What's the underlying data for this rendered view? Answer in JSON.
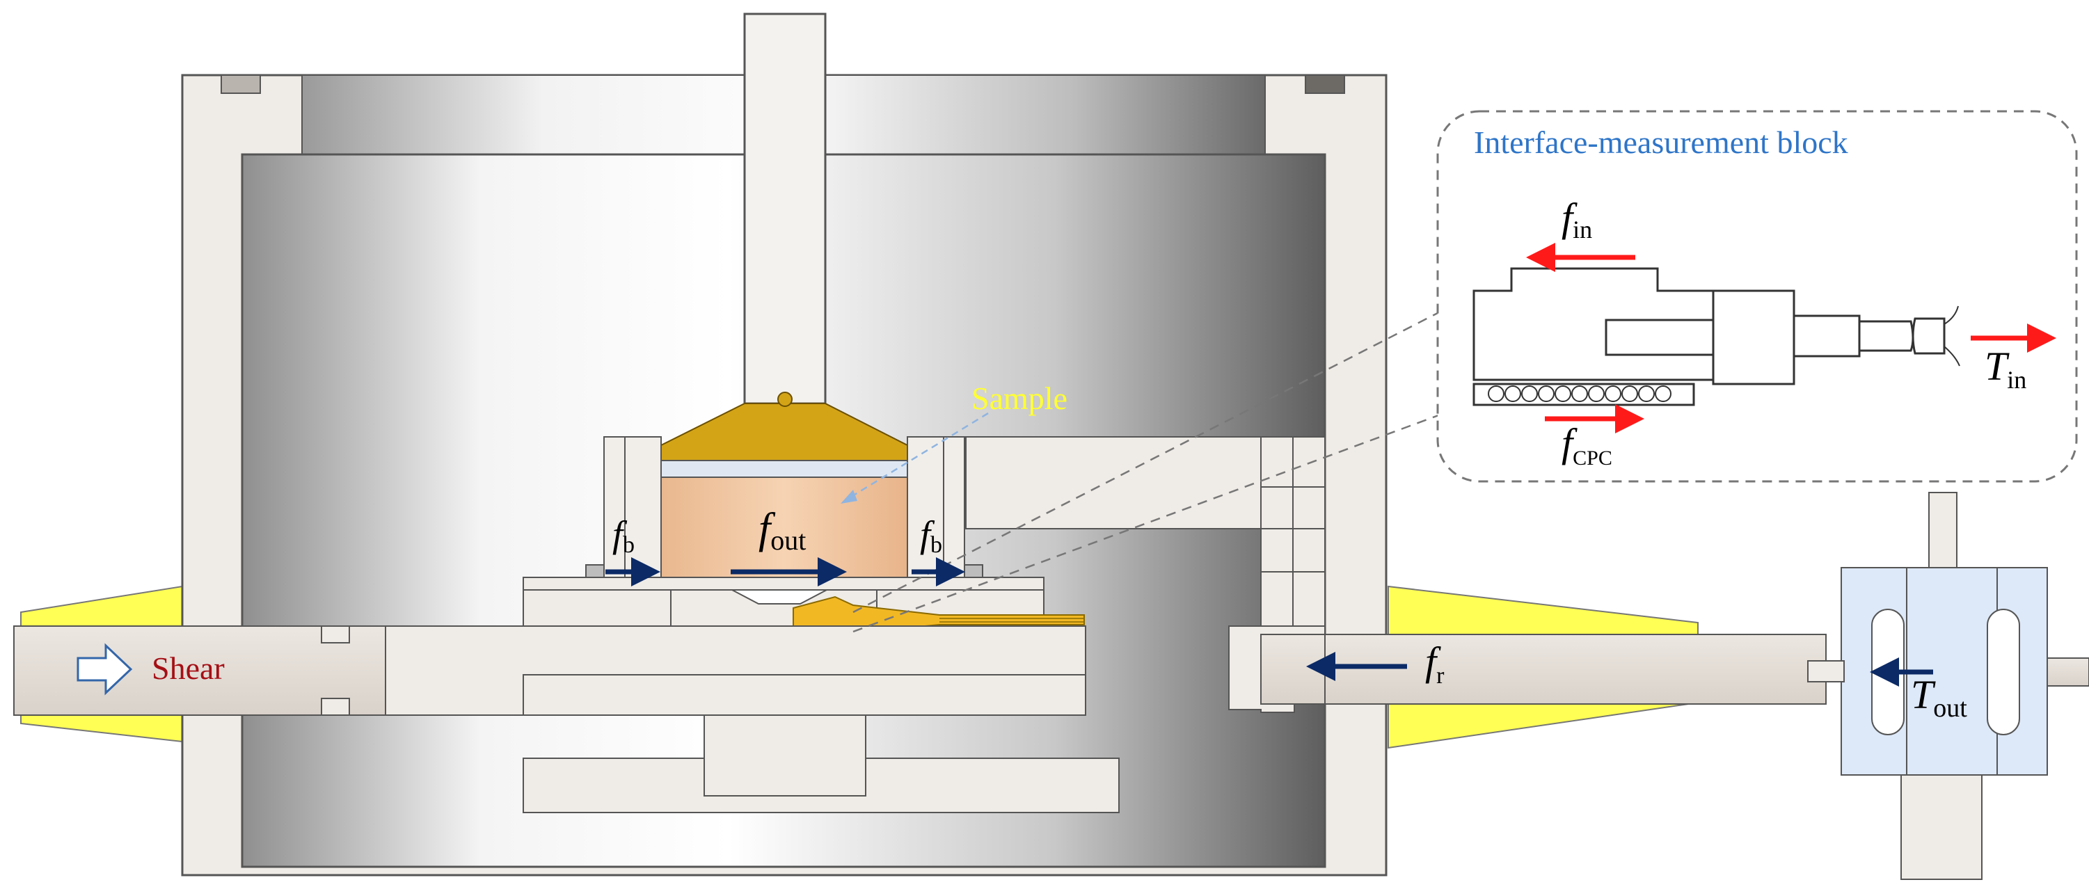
{
  "labels": {
    "sample": "Sample",
    "shear": "Shear",
    "interface_title": "Interface-measurement block",
    "f": "f",
    "T": "T",
    "sub_b": "b",
    "sub_out": "out",
    "sub_in": "in",
    "sub_cpc": "CPC",
    "sub_r": "r"
  },
  "colors": {
    "sample_label": "#ffff33",
    "shear_label": "#a50f15",
    "interface_title": "#2e75c8",
    "force_arrow_dark": "#0b2a66",
    "force_arrow_red": "#ff1a1a",
    "gold_part": "#d4a417",
    "sample_body": "#f1c9a5",
    "yellow_cone": "#ffff55",
    "sensor_block": "#dde8f8"
  }
}
